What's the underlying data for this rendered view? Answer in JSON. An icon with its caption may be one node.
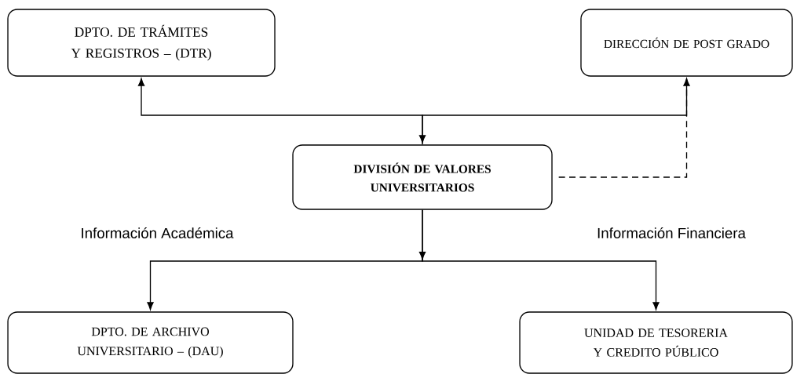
{
  "diagram": {
    "nodes": [
      {
        "text": [
          "DPTO. DE TRÁMITES Y REGISTROS – (DTR)"
        ]
      },
      {
        "text": [
          "DIRECCIÓN DE POST GRADO"
        ]
      },
      {
        "text": [
          "DIVISIÓN DE VALORES UNIVERSITARIOS"
        ]
      },
      {
        "text": [
          "DPTO. DE ARCHIVO UNIVERSITARIO – (DAU)"
        ]
      },
      {
        "text": [
          "UNIDAD DE TESORERIA Y CREDITO PÚBLICO"
        ]
      }
    ],
    "edges": [
      {
        "from": 0,
        "to": 2,
        "arrow": "both"
      },
      {
        "from": 2,
        "to": 1,
        "arrow": "to"
      },
      {
        "from": 2,
        "to": 1,
        "arrow": "none",
        "style": "dashed"
      },
      {
        "from": 2,
        "to": 3,
        "arrow": "to"
      },
      {
        "from": 2,
        "to": 4,
        "arrow": "to"
      }
    ],
    "labels": [
      "Información Académica",
      "Información Financiera"
    ]
  }
}
